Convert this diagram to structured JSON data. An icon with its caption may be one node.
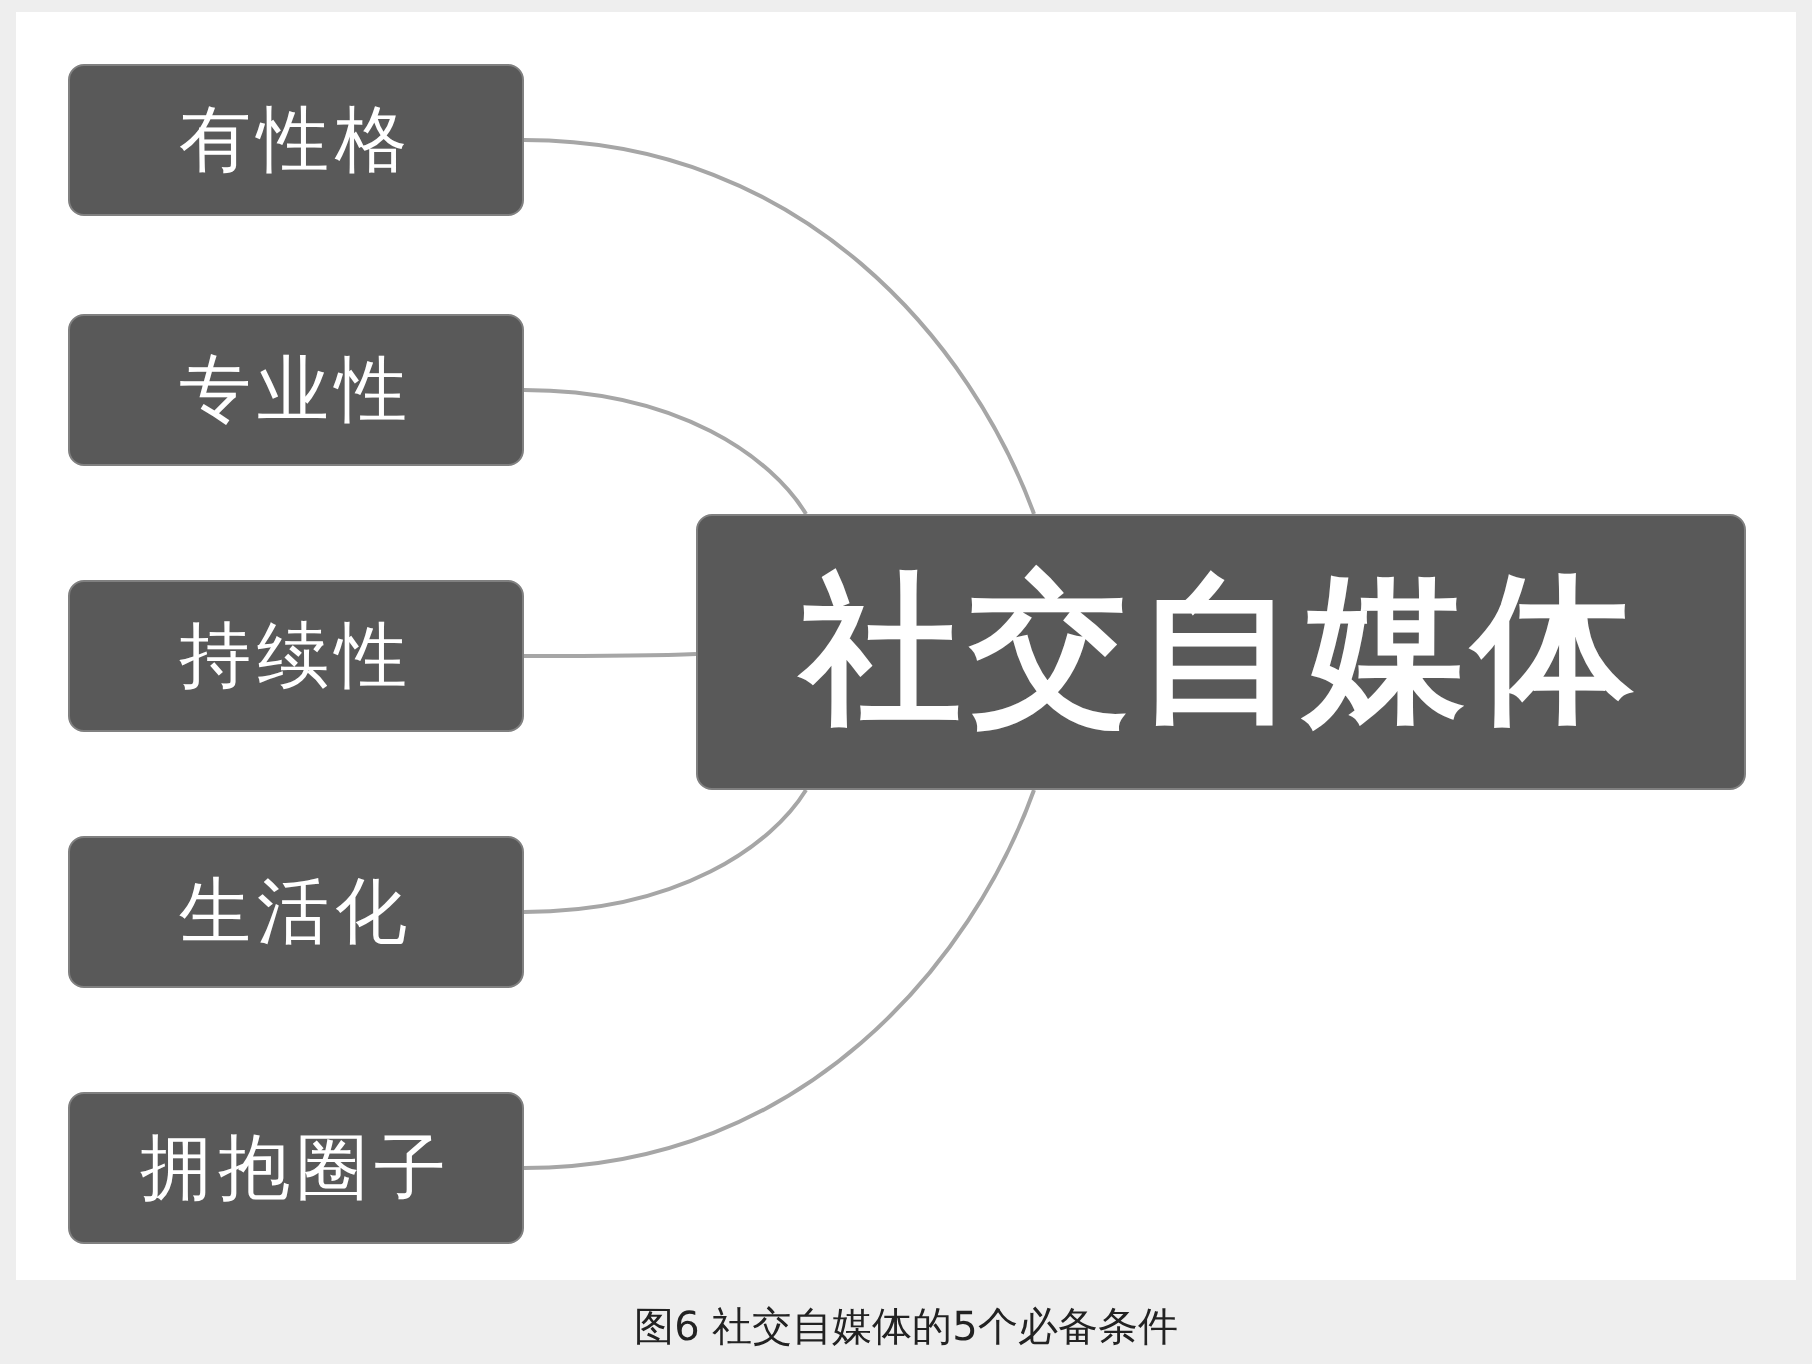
{
  "diagram": {
    "caption": "图6 社交自媒体的5个必备条件",
    "nodes": [
      {
        "text": [
          "有性格"
        ]
      },
      {
        "text": [
          "专业性"
        ]
      },
      {
        "text": [
          "持续性"
        ]
      },
      {
        "text": [
          "生活化"
        ]
      },
      {
        "text": [
          "拥抱圈子"
        ]
      },
      {
        "text": [
          "社交自媒体"
        ]
      }
    ],
    "edges": [
      {
        "from": 5,
        "to": 0,
        "arrow": "none"
      },
      {
        "from": 5,
        "to": 1,
        "arrow": "none"
      },
      {
        "from": 5,
        "to": 2,
        "arrow": "none"
      },
      {
        "from": 5,
        "to": 3,
        "arrow": "none"
      },
      {
        "from": 5,
        "to": 4,
        "arrow": "none"
      }
    ]
  }
}
